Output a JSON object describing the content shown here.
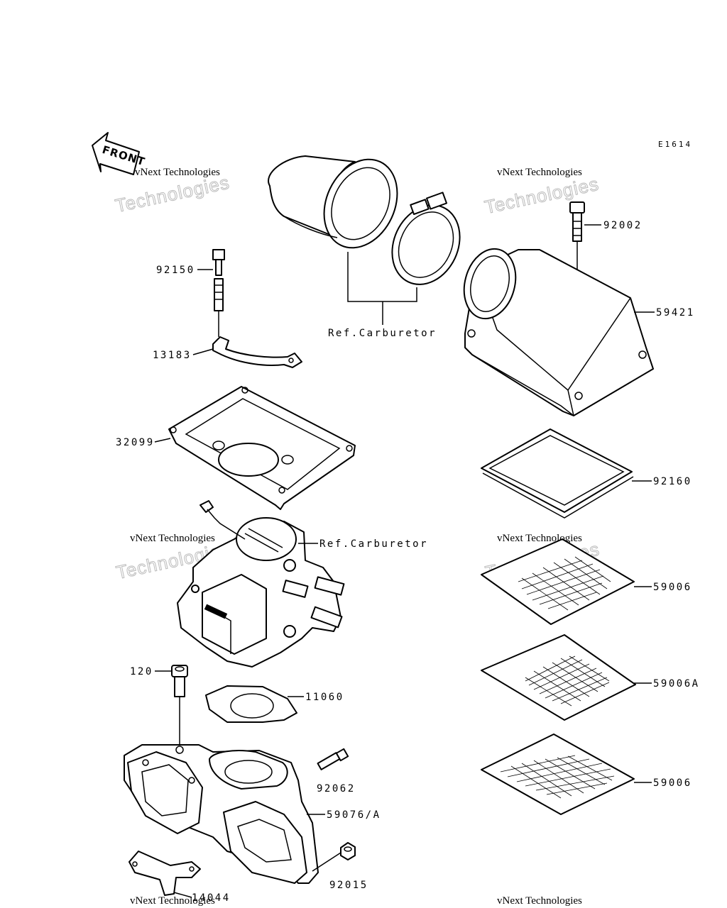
{
  "diagram_code": "E1614",
  "front_label": "FRONT",
  "watermark": {
    "line1": "vNext Technologies",
    "line2": "Technologies"
  },
  "parts": {
    "p92150": "92150",
    "p13183": "13183",
    "p32099": "32099",
    "ref_carb_top": "Ref.Carburetor",
    "ref_carb_mid": "Ref.Carburetor",
    "p92002": "92002",
    "p59421": "59421",
    "p92160": "92160",
    "p59006_a": "59006",
    "p59006A": "59006A",
    "p59006_b": "59006",
    "p120": "120",
    "p11060": "11060",
    "p92062": "92062",
    "p59076A": "59076/A",
    "p92015": "92015",
    "p14044": "14044"
  }
}
